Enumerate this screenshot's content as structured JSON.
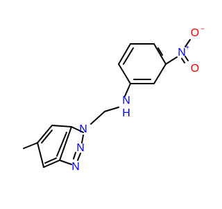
{
  "molecule": {
    "atoms": {
      "nh": {
        "text": "N",
        "color": "#0000ff"
      },
      "h": {
        "text": "H",
        "color": "#0000ff"
      },
      "nitro_n": {
        "text": "N",
        "color": "#0000ff"
      },
      "nitro_plus": {
        "text": "+",
        "color": "#0000ff"
      },
      "nitro_o_top": {
        "text": "O",
        "color": "#ff0000"
      },
      "nitro_o_bottom": {
        "text": "O",
        "color": "#ff0000"
      },
      "nitro_o_minus": {
        "text": "−",
        "color": "#ff0000"
      },
      "triazole_n1": {
        "text": "N",
        "color": "#0000ff"
      },
      "triazole_n2": {
        "text": "N",
        "color": "#0000ff"
      },
      "triazole_n3": {
        "text": "N",
        "color": "#0000ff"
      }
    },
    "bond_color": "#000000"
  }
}
